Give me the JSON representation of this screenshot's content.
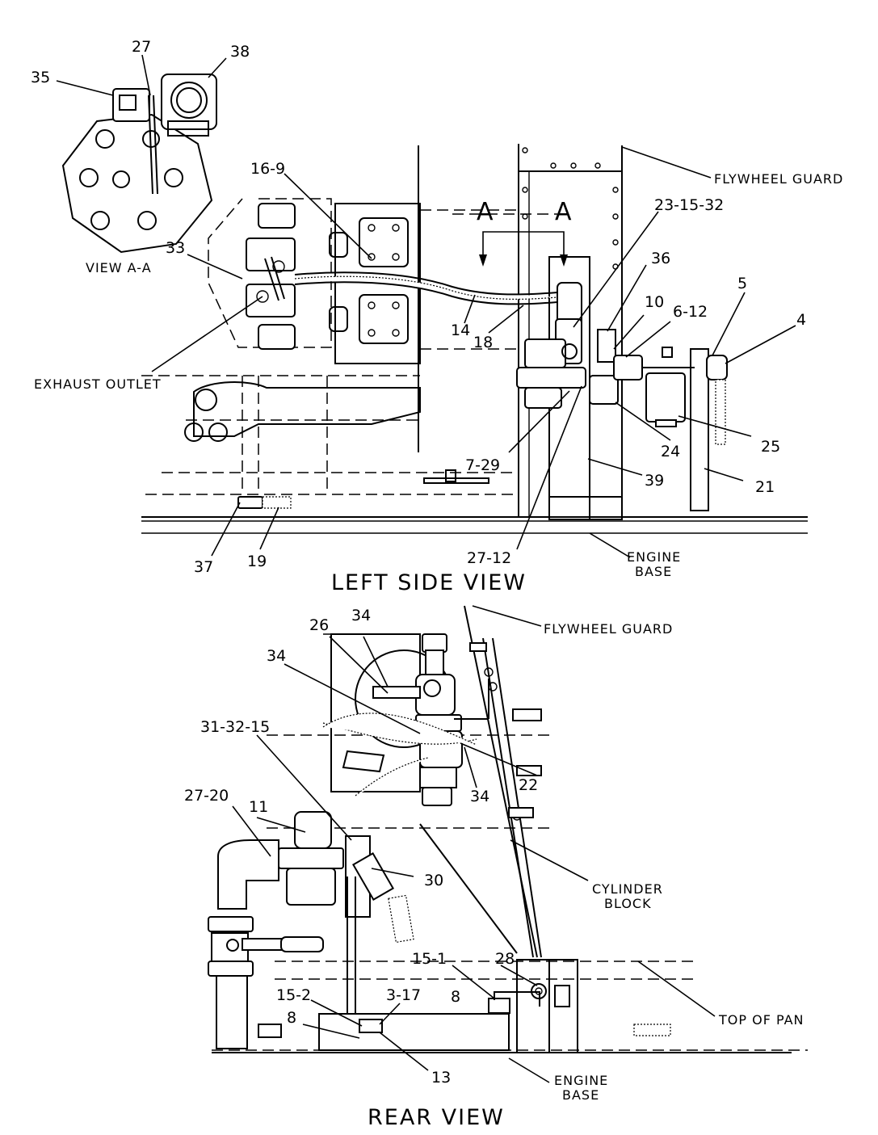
{
  "views": {
    "view_aa": "VIEW A-A",
    "left_side": "LEFT SIDE VIEW",
    "rear": "REAR VIEW"
  },
  "section_marks": {
    "a1": "A",
    "a2": "A"
  },
  "captions": {
    "flywheel_guard_top": "FLYWHEEL GUARD",
    "exhaust_outlet": "EXHAUST OUTLET",
    "engine_base_top_1": "ENGINE",
    "engine_base_top_2": "BASE",
    "flywheel_guard_rear": "FLYWHEEL GUARD",
    "cylinder_block_1": "CYLINDER",
    "cylinder_block_2": "BLOCK",
    "top_of_pan": "TOP OF PAN",
    "engine_base_rear_1": "ENGINE",
    "engine_base_rear_2": "BASE"
  },
  "callouts_top": {
    "c27": "27",
    "c38": "38",
    "c35": "35",
    "c16_9": "16-9",
    "c33": "33",
    "c23_15_32": "23-15-32",
    "c36": "36",
    "c10": "10",
    "c6_12": "6-12",
    "c5": "5",
    "c4": "4",
    "c14": "14",
    "c18": "18",
    "c24": "24",
    "c25": "25",
    "c7_29": "7-29",
    "c39": "39",
    "c21": "21",
    "c37": "37",
    "c19": "19",
    "c27_12": "27-12"
  },
  "callouts_rear": {
    "c26": "26",
    "c34a": "34",
    "c34b": "34",
    "c31_32_15": "31-32-15",
    "c22": "22",
    "c34c": "34",
    "c27_20": "27-20",
    "c11": "11",
    "c30": "30",
    "c15_1": "15-1",
    "c28": "28",
    "c8a": "8",
    "c15_2": "15-2",
    "c3_17": "3-17",
    "c8b": "8",
    "c13": "13"
  }
}
